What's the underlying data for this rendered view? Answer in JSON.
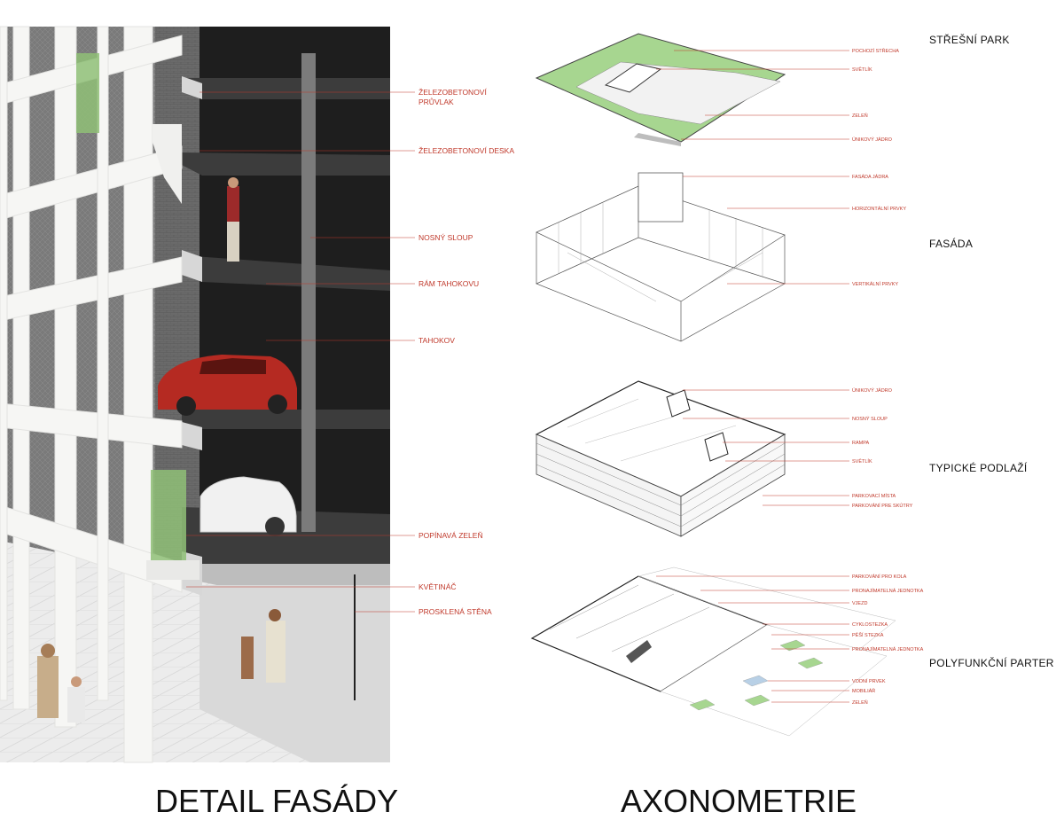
{
  "titles": {
    "left": "DETAIL FASÁDY",
    "right": "AXONOMETRIE"
  },
  "detail_labels": [
    [
      "ŽELEZOBETONOVÍ",
      "PRŮVLAK"
    ],
    [
      "ŽELEZOBETONOVÍ DESKA"
    ],
    [
      "NOSNÝ SLOUP"
    ],
    [
      "RÁM TAHOKOVU"
    ],
    [
      "TAHOKOV"
    ],
    [
      "POPÍNAVÁ ZELEŇ"
    ],
    [
      "KVĚTINÁČ"
    ],
    [
      "PROSKLENÁ STĚNA"
    ]
  ],
  "levels": [
    {
      "name": "STŘEŠNÍ PARK",
      "labels": [
        "POCHOZÍ STŘECHA",
        "SVĚTLÍK",
        "ZELEŇ",
        "ÚNIKOVÝ JÁDRO"
      ]
    },
    {
      "name": "FASÁDA",
      "labels": [
        "FASÁDA JÁDRA",
        "HORIZONTÁLNÍ PRVKY",
        "VERTIKÁLNÍ PRVKY"
      ]
    },
    {
      "name": "TYPICKÉ PODLAŽÍ",
      "labels": [
        "ÚNIKOVÝ JÁDRO",
        "NOSNÝ SLOUP",
        "RAMPA",
        "SVĚTLÍK",
        "PARKOVACÍ MÍSTA",
        "PARKOVÁNÍ PRE SKÚTRY"
      ]
    },
    {
      "name": "POLYFUNKČNÍ PARTER",
      "labels": [
        "PARKOVÁNÍ PRO KOLA",
        "PRONAJÍMATELNÁ JEDNOTKA",
        "VJEZD",
        "CYKLOSTEZKA",
        "PĚŠÍ STEZKA",
        "PRONAJÍMATELNÁ JEDNOTKA",
        "VODNÍ PRVEK",
        "MOBILIÁŘ",
        "ZELEŇ"
      ]
    }
  ],
  "colors": {
    "label": "#c0392b",
    "concrete": "#f4f4f2",
    "brick": "#6e6e6e",
    "slab": "#3e3e3e",
    "car": "#b52a22",
    "greenery": "#8fbf77"
  }
}
